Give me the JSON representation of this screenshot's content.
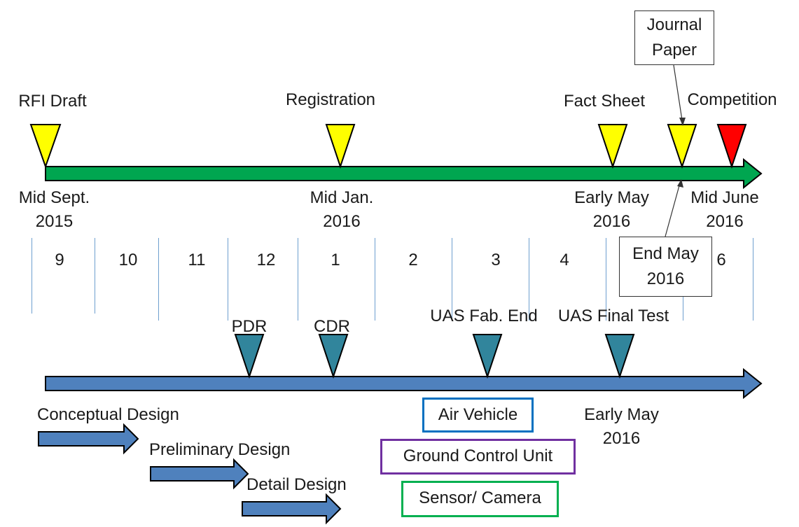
{
  "top_timeline": {
    "milestones": [
      {
        "label": "RFI Draft",
        "color": "#ffff00"
      },
      {
        "label": "Registration",
        "color": "#ffff00"
      },
      {
        "label": "Fact Sheet",
        "color": "#ffff00"
      },
      {
        "label": "Competition",
        "color": "#ff0000"
      }
    ],
    "journal_paper": "Journal\nPaper",
    "journal_marker_color": "#ffff00",
    "dates": [
      "Mid Sept.\n2015",
      "Mid Jan.\n2016",
      "Early May\n2016",
      "Mid June\n2016"
    ],
    "arrow_color": "#00a650"
  },
  "months": [
    "9",
    "10",
    "11",
    "12",
    "1",
    "2",
    "3",
    "4",
    "6"
  ],
  "end_may_callout": "End May\n2016",
  "bottom_timeline": {
    "milestones": [
      "PDR",
      "CDR",
      "UAS Fab. End",
      "UAS Final Test"
    ],
    "marker_color": "#31859c",
    "arrow_color": "#4f81bd",
    "date": "Early May\n2016"
  },
  "phases": [
    "Conceptual Design",
    "Preliminary Design",
    "Detail Design"
  ],
  "subsystems": [
    {
      "label": "Air Vehicle",
      "color": "#0070c0"
    },
    {
      "label": "Ground Control Unit",
      "color": "#7030a0"
    },
    {
      "label": "Sensor/ Camera",
      "color": "#00b050"
    }
  ]
}
